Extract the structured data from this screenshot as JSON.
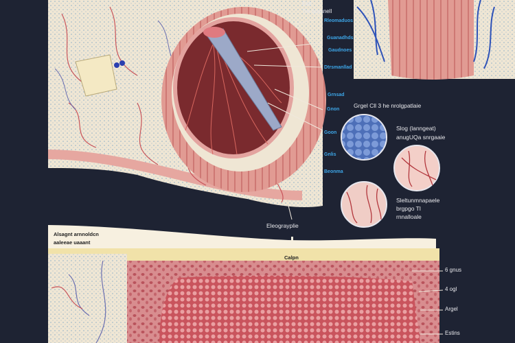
{
  "top_labels": {
    "title_1": "Eidt",
    "title_2": "Tre quysnell"
  },
  "organ_labels": [
    "Rleomaduos",
    "Guanadhds",
    "Gaudnoes",
    "Dtrsmanllad",
    "Grnsad",
    "Gnon",
    "Goon",
    "Gnlis",
    "Beonma"
  ],
  "circles_panel": {
    "heading": "Grgel Cll 3 he nrolgpatlaie",
    "label_1": [
      "Slog (lanngeat)",
      "anugUQa snrgaaie"
    ],
    "label_2": [
      "Sleltunmnapaele",
      "brgpgo Tl",
      "rnnalloale"
    ]
  },
  "section_label": "Eleograyplie",
  "cross_section": {
    "corner_label": [
      "Alsagnt arnnoldcn",
      "aaleeae uaaant"
    ],
    "top_label": "Calpn",
    "side_labels": [
      "6 gnus",
      "4 ogl",
      "Argel",
      "Estins"
    ]
  },
  "colors": {
    "background": "#1e2333",
    "tissue": "#efe6d4",
    "muscle": "#d98a86",
    "blood": "#b8414a",
    "label_blue": "#3da6e8"
  }
}
